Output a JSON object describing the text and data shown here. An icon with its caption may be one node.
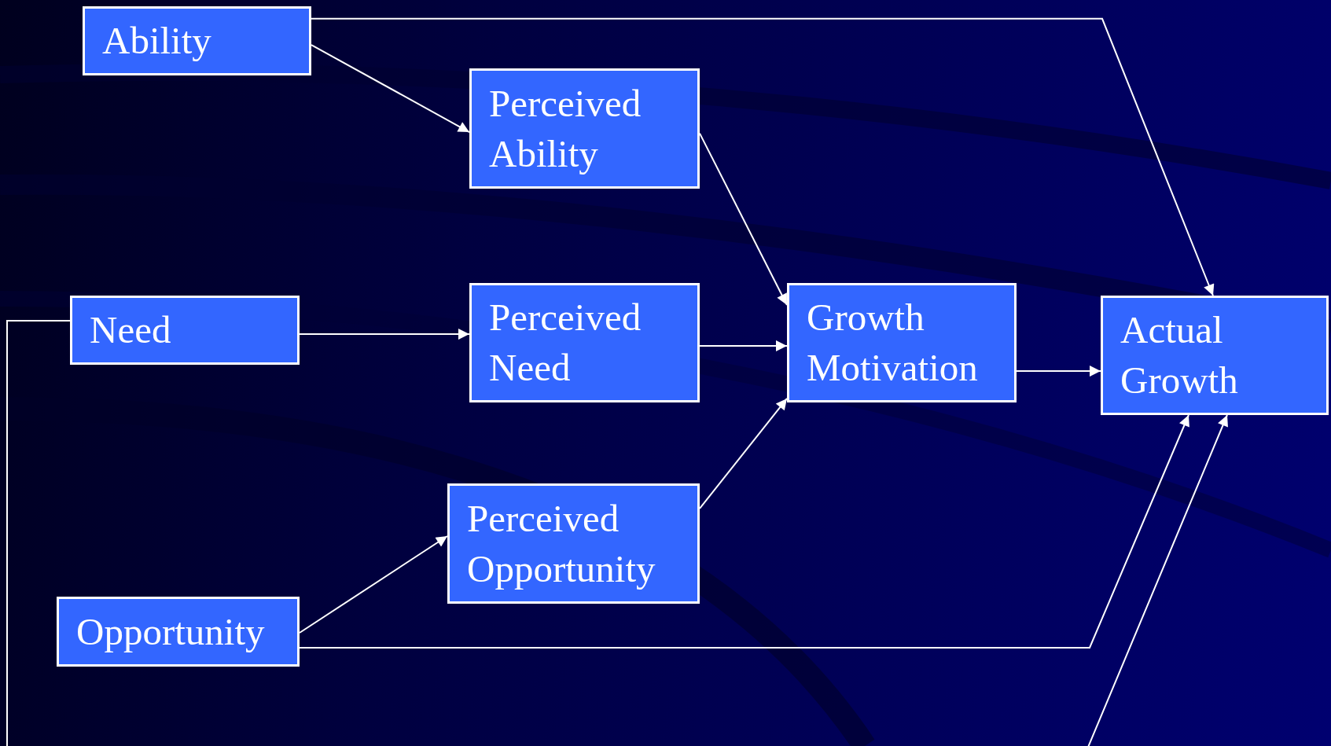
{
  "diagram": {
    "nodes": [
      {
        "text": [
          "Ability"
        ]
      },
      {
        "text": [
          "Perceived Ability"
        ]
      },
      {
        "text": [
          "Need"
        ]
      },
      {
        "text": [
          "Perceived Need"
        ]
      },
      {
        "text": [
          "Growth Motivation"
        ]
      },
      {
        "text": [
          "Actual Growth"
        ]
      },
      {
        "text": [
          "Perceived Opportunity"
        ]
      },
      {
        "text": [
          "Opportunity"
        ]
      }
    ],
    "edges": [
      {
        "from": 0,
        "to": 1,
        "arrow": "to"
      },
      {
        "from": 0,
        "to": 5,
        "arrow": "to"
      },
      {
        "from": 2,
        "to": 3,
        "arrow": "to"
      },
      {
        "from": 2,
        "to": 5,
        "arrow": "to"
      },
      {
        "from": 7,
        "to": 6,
        "arrow": "to"
      },
      {
        "from": 7,
        "to": 5,
        "arrow": "to"
      },
      {
        "from": 1,
        "to": 4,
        "arrow": "to"
      },
      {
        "from": 3,
        "to": 4,
        "arrow": "to"
      },
      {
        "from": 6,
        "to": 4,
        "arrow": "to"
      },
      {
        "from": 4,
        "to": 5,
        "arrow": "to"
      }
    ]
  }
}
